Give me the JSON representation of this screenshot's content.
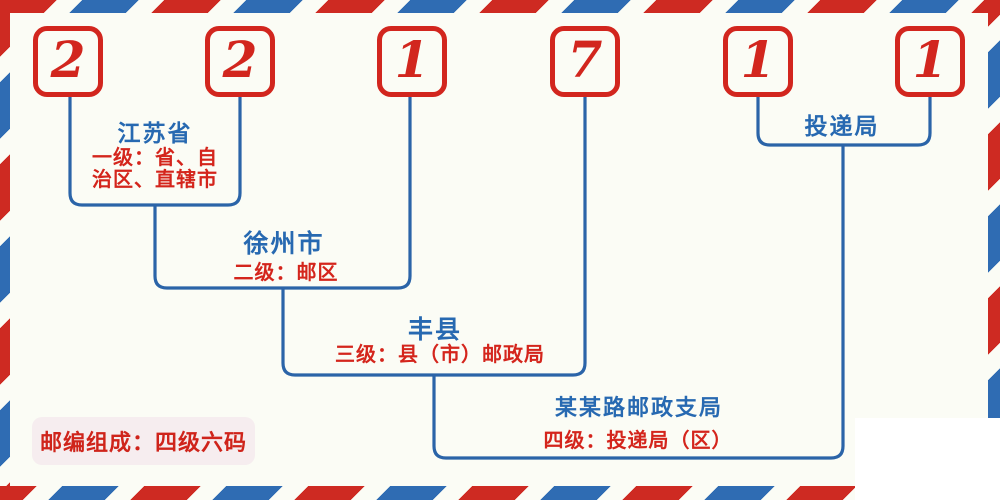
{
  "postal_code": {
    "digits": [
      "2",
      "2",
      "1",
      "7",
      "1",
      "1"
    ]
  },
  "levels": {
    "level1": {
      "place": "江苏省",
      "desc_line1": "一级：省、自",
      "desc_line2": "治区、直辖市"
    },
    "level2": {
      "place": "徐州市",
      "desc": "二级：邮区"
    },
    "level3": {
      "place": "丰县",
      "desc": "三级：县（市）邮政局"
    },
    "level4": {
      "place": "某某路邮政支局",
      "desc": "四级：投递局（区）"
    },
    "delivery": {
      "place": "投递局"
    }
  },
  "badge": {
    "text": "邮编组成：四级六码"
  },
  "colors": {
    "digit_red": "#d2261e",
    "desc_red": "#d4251c",
    "stripe_red": "#ce2a22",
    "stripe_blue": "#2f6cb3",
    "line_blue": "#2b64a8",
    "place_blue": "#2769b1",
    "badge_bg": "#f6edef",
    "background": "#fbfcf5"
  }
}
